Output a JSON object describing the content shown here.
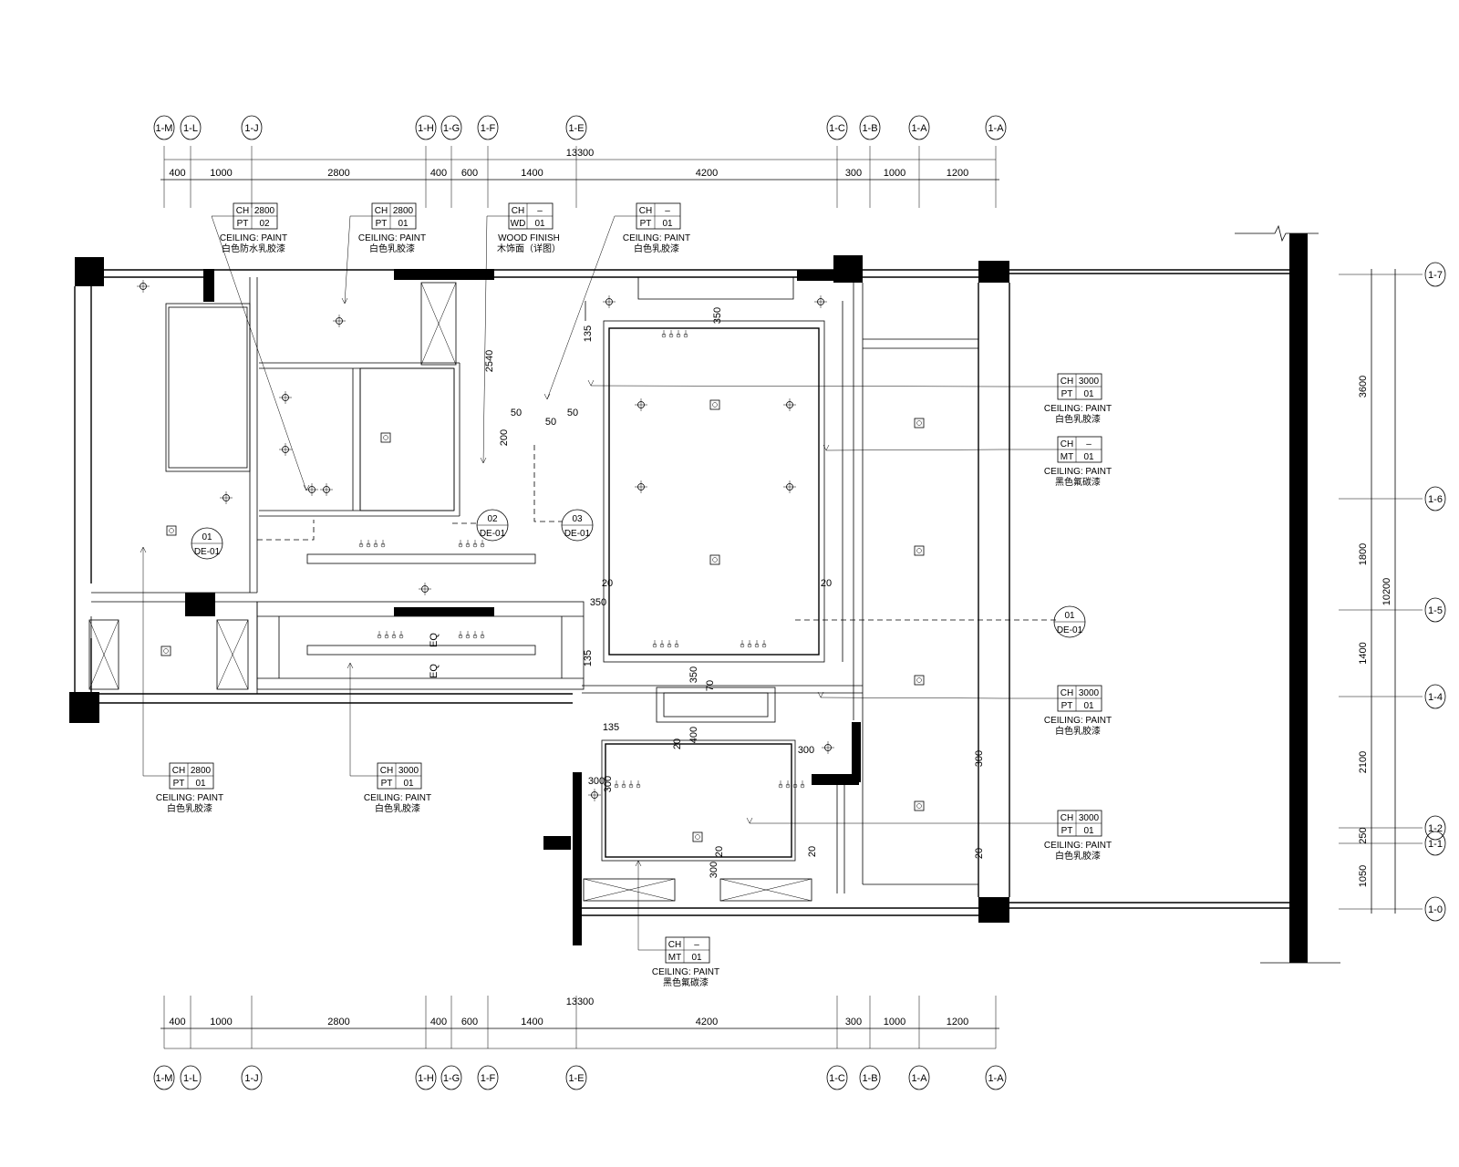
{
  "grid_top": [
    "1-M",
    "1-L",
    "1-J",
    "1-H",
    "1-G",
    "1-F",
    "1-E",
    "1-C",
    "1-B",
    "1-A",
    "1-A"
  ],
  "grid_bottom": [
    "1-M",
    "1-L",
    "1-J",
    "1-H",
    "1-G",
    "1-F",
    "1-E",
    "1-C",
    "1-B",
    "1-A",
    "1-A"
  ],
  "grid_right": [
    "1-7",
    "1-6",
    "1-5",
    "1-4",
    "1-2",
    "1-1",
    "1-0"
  ],
  "dims_top": [
    "400",
    "1000",
    "2800",
    "400",
    "600",
    "1400",
    "4200",
    "300",
    "1000",
    "1200"
  ],
  "dims_bottom": [
    "400",
    "1000",
    "2800",
    "400",
    "600",
    "1400",
    "4200",
    "300",
    "1000",
    "1200"
  ],
  "total_top": "13300",
  "total_bottom": "13300",
  "dims_right": [
    "3600",
    "1800",
    "1400",
    "2100",
    "250",
    "1050"
  ],
  "total_right": "10200",
  "tags": [
    {
      "code": "CH",
      "value": "2800",
      "mat": "PT",
      "num": "02",
      "note": "CEILING: PAINT",
      "cn": "白色防水乳胶漆"
    },
    {
      "code": "CH",
      "value": "2800",
      "mat": "PT",
      "num": "01",
      "note": "CEILING: PAINT",
      "cn": "白色乳胶漆"
    },
    {
      "code": "CH",
      "value": "–",
      "mat": "WD",
      "num": "01",
      "note": "WOOD FINISH",
      "cn": "木饰面（详图）"
    },
    {
      "code": "CH",
      "value": "–",
      "mat": "PT",
      "num": "01",
      "note": "CEILING: PAINT",
      "cn": "白色乳胶漆"
    },
    {
      "code": "CH",
      "value": "3000",
      "mat": "PT",
      "num": "01",
      "note": "CEILING: PAINT",
      "cn": "白色乳胶漆"
    },
    {
      "code": "CH",
      "value": "–",
      "mat": "MT",
      "num": "01",
      "note": "CEILING: PAINT",
      "cn": "黑色氟碳漆"
    },
    {
      "code": "CH",
      "value": "3000",
      "mat": "PT",
      "num": "01",
      "note": "CEILING: PAINT",
      "cn": "白色乳胶漆"
    },
    {
      "code": "CH",
      "value": "3000",
      "mat": "PT",
      "num": "01",
      "note": "CEILING: PAINT",
      "cn": "白色乳胶漆"
    },
    {
      "code": "CH",
      "value": "2800",
      "mat": "PT",
      "num": "01",
      "note": "CEILING: PAINT",
      "cn": "白色乳胶漆"
    },
    {
      "code": "CH",
      "value": "3000",
      "mat": "PT",
      "num": "01",
      "note": "CEILING: PAINT",
      "cn": "白色乳胶漆"
    },
    {
      "code": "CH",
      "value": "–",
      "mat": "MT",
      "num": "01",
      "note": "CEILING: PAINT",
      "cn": "黑色氟碳漆"
    }
  ],
  "details": [
    {
      "num": "01",
      "ref": "DE-01"
    },
    {
      "num": "02",
      "ref": "DE-01"
    },
    {
      "num": "03",
      "ref": "DE-01"
    },
    {
      "num": "01",
      "ref": "DE-01"
    }
  ],
  "plan_dims": [
    "350",
    "135",
    "2540",
    "50",
    "200",
    "50",
    "50",
    "20",
    "20",
    "350",
    "135",
    "350",
    "70",
    "20",
    "135",
    "20",
    "300",
    "400",
    "300",
    "300",
    "20",
    "300",
    "20",
    "300",
    "EQ",
    "EQ"
  ]
}
